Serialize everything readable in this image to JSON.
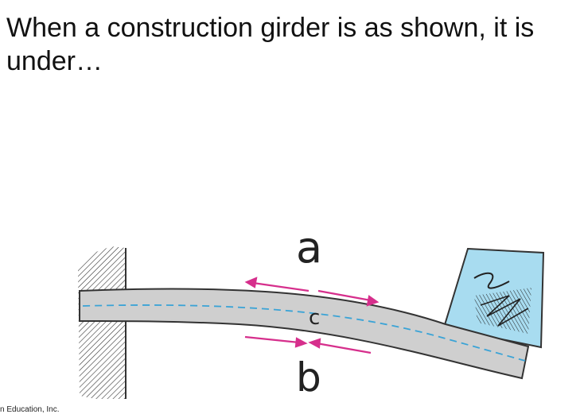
{
  "slide": {
    "question": "When a construction girder is as shown, it is under…",
    "credit": "n Education, Inc."
  },
  "diagram": {
    "labels": {
      "top": "a",
      "center": "c",
      "bottom": "b"
    },
    "colors": {
      "beam_fill": "#cfcfcf",
      "beam_stroke": "#333333",
      "neutral_axis": "#3aa3d6",
      "force_arrows": "#d62f8c",
      "box_fill": "#a8dcf0",
      "wall_hatch": "#333333"
    },
    "icons": [
      "wall-hatching",
      "load-box-scribble",
      "force-arrow"
    ]
  }
}
